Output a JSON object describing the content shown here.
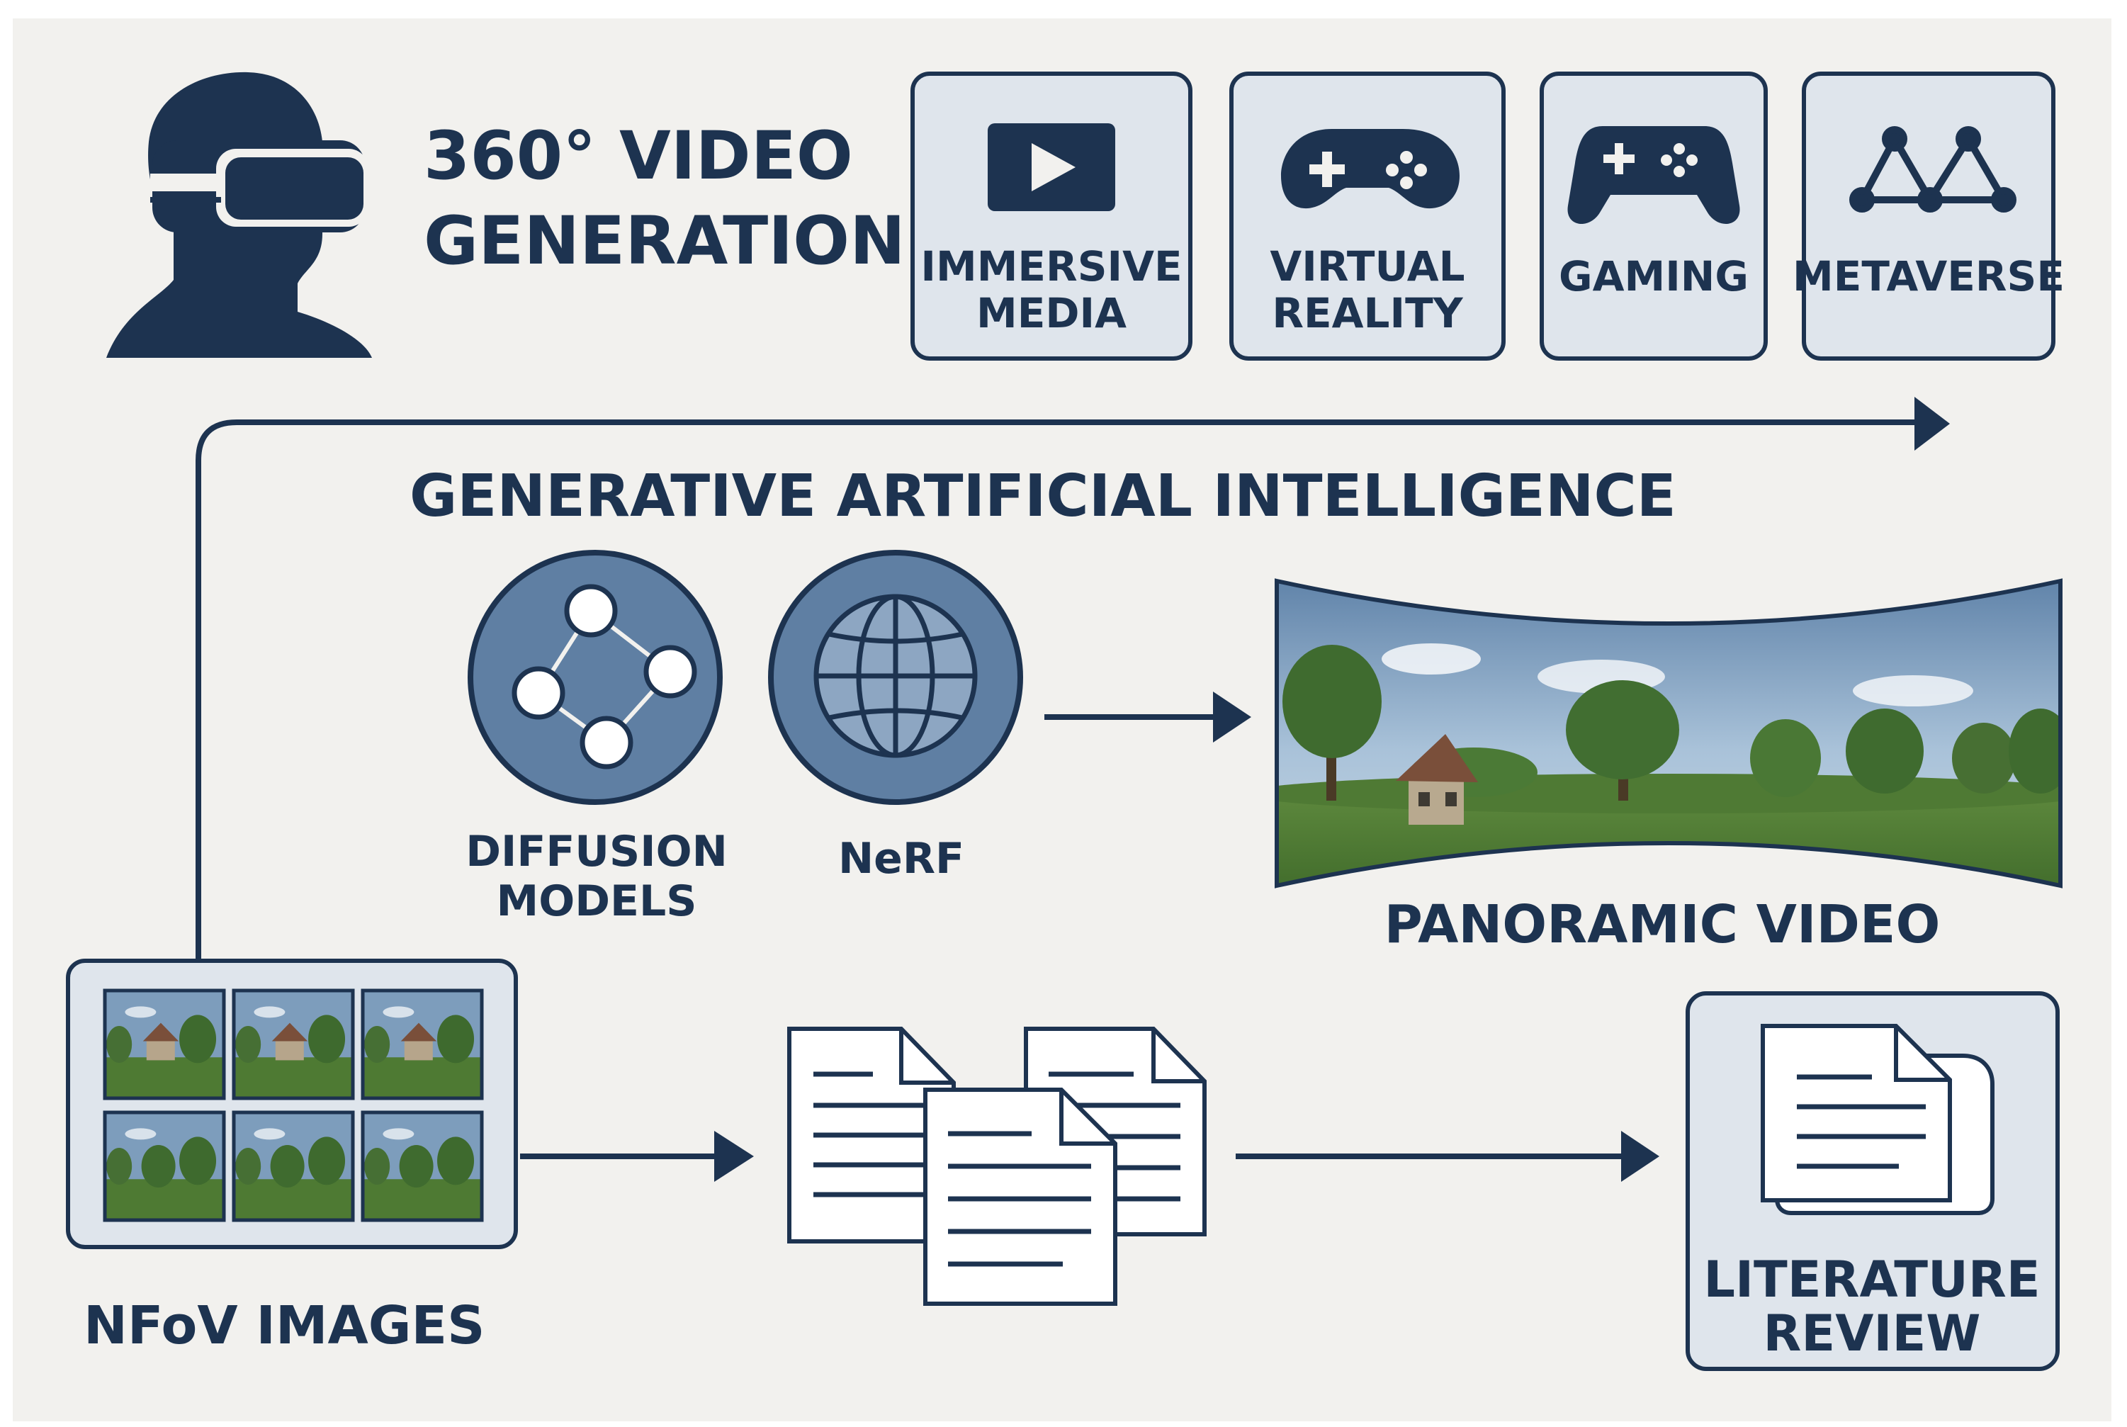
{
  "title": {
    "line1": "360° VIDEO",
    "line2": "GENERATION"
  },
  "applications": [
    {
      "lines": [
        "IMMERSIVE",
        "MEDIA"
      ],
      "icon": "play-video-icon"
    },
    {
      "lines": [
        "VIRTUAL",
        "REALITY"
      ],
      "icon": "gamepad-icon"
    },
    {
      "lines": [
        "GAMING"
      ],
      "icon": "game-controller-icon"
    },
    {
      "lines": [
        "METAVERSE"
      ],
      "icon": "network-triangles-icon"
    }
  ],
  "section_heading": "GENERATIVE ARTIFICIAL INTELLIGENCE",
  "methods": {
    "diffusion": {
      "line1": "DIFFUSION",
      "line2": "MODELS"
    },
    "nerf": "NeRF"
  },
  "output_label": "PANORAMIC VIDEO",
  "input_label": "NFoV IMAGES",
  "review_label": {
    "line1": "LITERATURE",
    "line2": "REVIEW"
  },
  "colors": {
    "navy": "#1d3350",
    "panel_fill": "#dfe5ec",
    "circle_fill": "#5f7fa3",
    "background": "#f2f1ee"
  }
}
